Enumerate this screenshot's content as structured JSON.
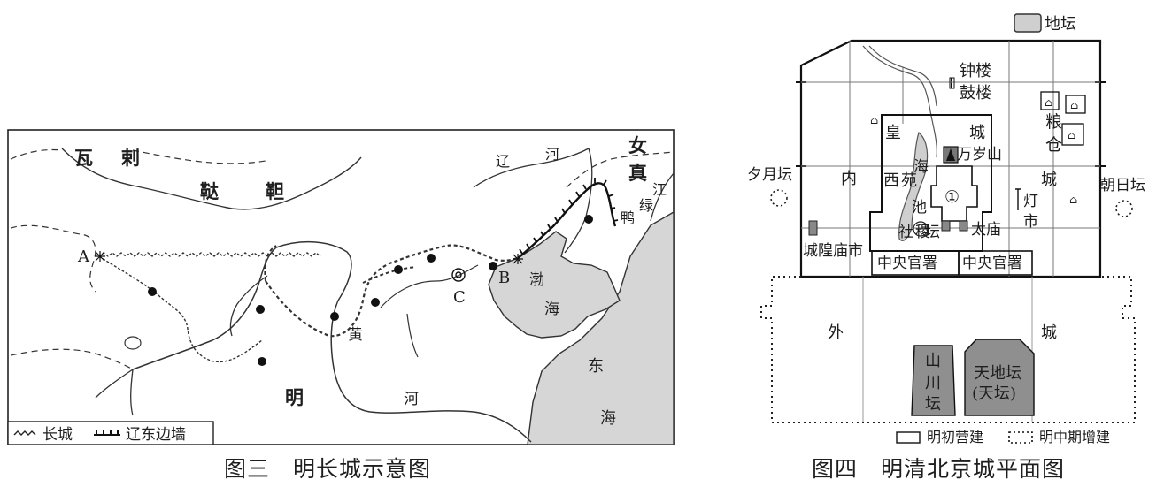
{
  "figure3": {
    "title": "图三　明长城示意图",
    "labels": {
      "wala_1": "瓦",
      "wala_2": "剌",
      "dada_1": "鞑",
      "dada_2": "靼",
      "nvzhen_1": "女",
      "nvzhen_2": "真",
      "liao_1": "辽",
      "liao_2": "河",
      "lv_1": "绿",
      "lv_2": "鸭",
      "lv_3": "江",
      "bohai_1": "渤",
      "bohai_2": "海",
      "huang": "黄",
      "he": "河",
      "donghai_1": "东",
      "donghai_2": "海",
      "ming": "明",
      "A": "A",
      "B": "B",
      "C": "C"
    },
    "legend": {
      "great_wall": "长城",
      "liaodong_wall": "辽东边墙"
    }
  },
  "figure4": {
    "title": "图四　明清北京城平面图",
    "labels": {
      "ditan": "地坛",
      "zhonglou": "钟楼",
      "gulou": "鼓楼",
      "huang": "皇",
      "cheng": "城",
      "liang": "粮",
      "cang": "仓",
      "wansuishan": "万岁山",
      "xiyuetan": "夕月坛",
      "nei": "内",
      "xiyuan_1": "西",
      "xiyuan_2": "苑",
      "hai": "海",
      "chi": "池",
      "circled_1": "①",
      "cheng_right": "城",
      "deng": "灯",
      "shi": "市",
      "chaoritan": "朝日坛",
      "sheji_1": "社",
      "sheji_2": "稷",
      "sheji_3": "坛",
      "taimiao": "太庙",
      "chenghuangmiaoshi": "城隍庙市",
      "zhongyang_1": "中央官署",
      "zhongyang_2": "中央官署",
      "wai": "外",
      "cheng_outer": "城",
      "shan": "山",
      "chuan": "川",
      "tan": "坛",
      "tianditan": "天地坛",
      "tiantan": "(天坛)"
    },
    "legend": {
      "early_ming": "明初营建",
      "mid_ming": "明中期增建"
    }
  }
}
